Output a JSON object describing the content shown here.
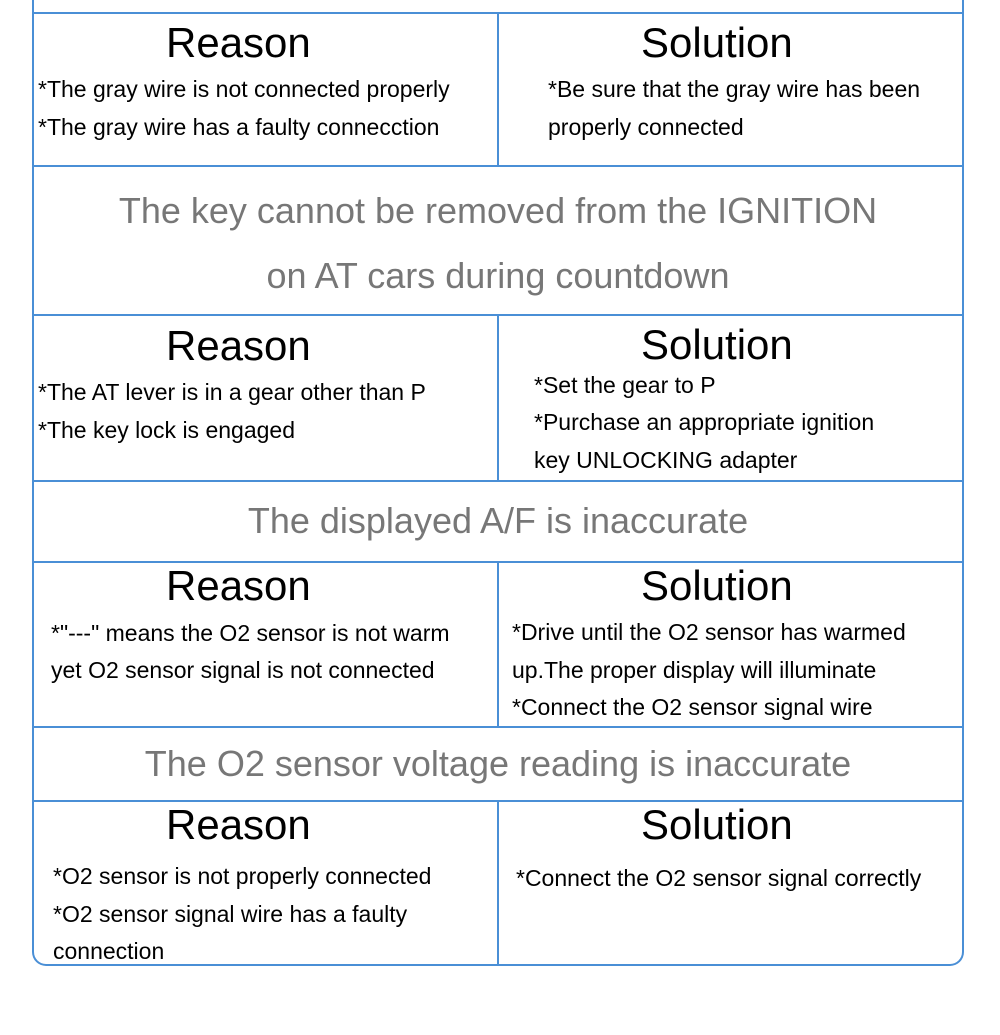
{
  "colors": {
    "border": "#4a8fd6",
    "title_text": "#777777",
    "body_text": "#000000"
  },
  "sections": [
    {
      "reason_heading": "Reason",
      "solution_heading": "Solution",
      "reasons": [
        "*The gray wire is not connected properly",
        "*The gray wire has a faulty connecction"
      ],
      "solutions": [
        "*Be sure that the gray wire has been",
        "properly connected"
      ]
    },
    {
      "title_lines": [
        "The key cannot be removed from the IGNITION",
        "on AT cars during countdown"
      ],
      "reason_heading": "Reason",
      "solution_heading": "Solution",
      "reasons": [
        "*The AT lever is in a gear other than P",
        "*The key lock is engaged"
      ],
      "solutions": [
        "*Set the gear to P",
        "*Purchase an appropriate ignition",
        "key UNLOCKING adapter"
      ]
    },
    {
      "title_lines": [
        "The displayed A/F is inaccurate"
      ],
      "reason_heading": "Reason",
      "solution_heading": "Solution",
      "reasons": [
        "*\"---\" means the O2 sensor is not warm",
        "yet O2 sensor signal is not connected"
      ],
      "solutions": [
        "*Drive until the O2 sensor has warmed",
        "up.The proper display will illuminate",
        "*Connect the O2 sensor signal wire"
      ]
    },
    {
      "title_lines": [
        "The O2 sensor voltage reading is inaccurate"
      ],
      "reason_heading": "Reason",
      "solution_heading": "Solution",
      "reasons": [
        "*O2 sensor is not properly connected",
        "*O2 sensor signal wire has a faulty",
        "connection"
      ],
      "solutions": [
        "*Connect the O2 sensor signal correctly"
      ]
    }
  ]
}
